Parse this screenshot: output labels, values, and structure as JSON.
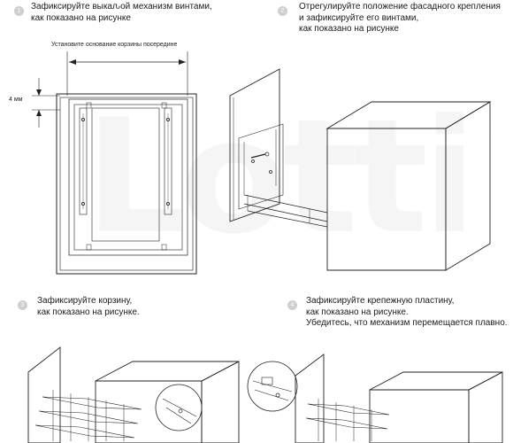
{
  "steps": [
    {
      "number": "1",
      "text": "Зафиксируйте выкаԉой механизм винтами,\nкак показано на рисунке"
    },
    {
      "number": "2",
      "text": "Отрегулируйте положение фасадного крепления\nи зафиксируйте его винтами,\nкак показано на рисунке"
    },
    {
      "number": "3",
      "text": "Зафиксируйте корзину,\nкак показано на рисунке."
    },
    {
      "number": "4",
      "text": "Зафиксируйте крепежную пластину,\nкак показано на рисунке.\nУбедитесь, что механизм перемещается плавно."
    }
  ],
  "figure1": {
    "center_note": "Установите   основание   корзины посередине",
    "gap_label": "4 мм"
  },
  "watermark": "Lotti"
}
